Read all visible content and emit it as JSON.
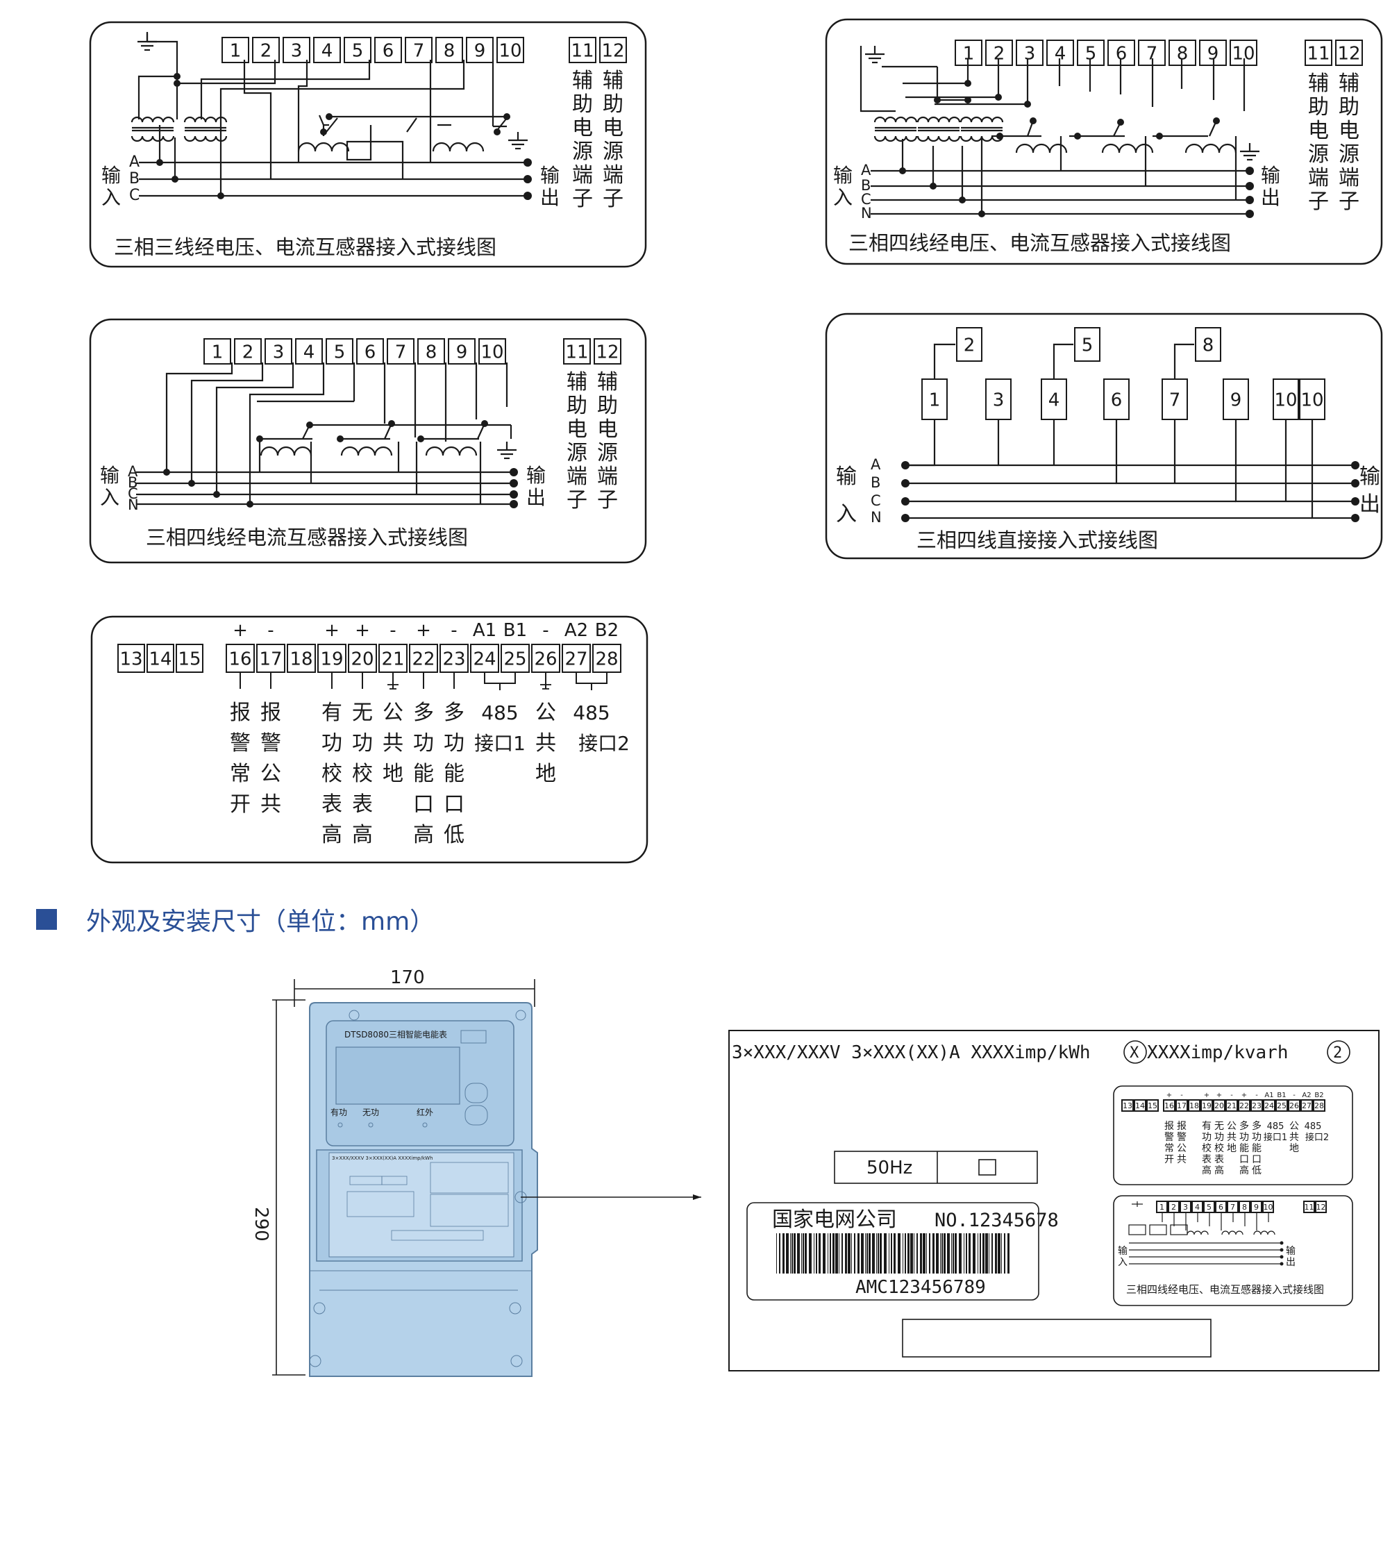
{
  "diagrams": {
    "d1_title": "三相三线经电压、电流互感器接入式接线图",
    "d2_title": "三相四线经电压、电流互感器接入式接线图",
    "d3_title": "三相四线经电流互感器接入式接线图",
    "d4_title": "三相四线直接接入式接线图",
    "terminals_1_10": [
      "1",
      "2",
      "3",
      "4",
      "5",
      "6",
      "7",
      "8",
      "9",
      "10"
    ],
    "aux_terminals": [
      "11",
      "12"
    ],
    "aux_label": "辅助电源端子",
    "input_label": "输入",
    "output_label": "输出",
    "phases3": [
      "A",
      "B",
      "C"
    ],
    "phases4": [
      "A",
      "B",
      "C",
      "N"
    ],
    "direct_top": [
      "2",
      "5",
      "8"
    ],
    "direct_mid": [
      "1",
      "3",
      "4",
      "6",
      "7",
      "9",
      "10",
      "10"
    ]
  },
  "terminal_block": {
    "left_terms": [
      "13",
      "14",
      "15"
    ],
    "terms": [
      "16",
      "17",
      "18",
      "19",
      "20",
      "21",
      "22",
      "23",
      "24",
      "25",
      "26",
      "27",
      "28"
    ],
    "signs": [
      "+",
      "-",
      "",
      "+",
      "+",
      "-",
      "+",
      "-",
      "A1",
      "B1",
      "-",
      "A2",
      "B2"
    ],
    "desc": {
      "t16": "报警常开",
      "t17": "报警公共",
      "t19": "有功校表高",
      "t20": "无功校表高",
      "t21": "公共地",
      "t22": "多功能口高",
      "t23": "多功能口低",
      "if1_top": "485",
      "if1_bot": "接口1",
      "t26": "公共地",
      "if2_top": "485",
      "if2_bot": "接口2"
    }
  },
  "section": {
    "title": "外观及安装尺寸（单位：mm）"
  },
  "meter": {
    "width_dim": "170",
    "height_dim": "290",
    "model": "DTSD8080三相智能电能表",
    "label_active": "有功",
    "label_reactive": "无功",
    "label_ir": "红外"
  },
  "nameplate": {
    "spec_prefix": "3×XXX/XXXV  3×XXX(XX)A  XXXXimp/kWh",
    "circle_x": "X",
    "spec_mid": "XXXXimp/kvarh",
    "circle_2": "2",
    "freq": "50Hz",
    "company": "国家电网公司",
    "serial": "NO.12345678",
    "barcode_text": "AMC123456789",
    "mini_diagram_title": "三相四线经电压、电流互感器接入式接线图"
  },
  "colors": {
    "meter_body": "#b5d2ea",
    "meter_outline": "#5a7ea0",
    "title_blue": "#2a4f96"
  }
}
